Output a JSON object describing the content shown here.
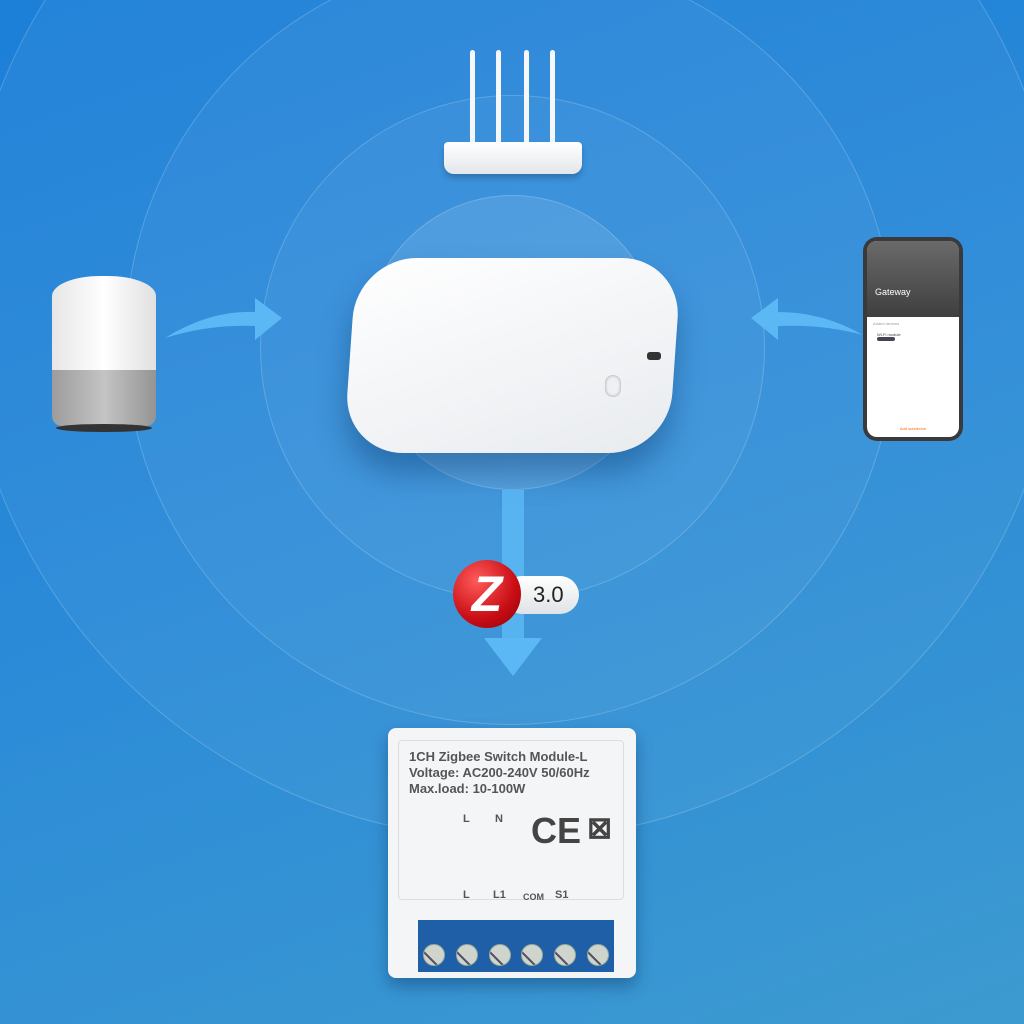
{
  "hub_app": {
    "title": "Gateway",
    "section": "Added devices",
    "device": "Wi-Fi module",
    "add_button": "Add subdevice"
  },
  "zigbee_badge": {
    "logo": "Z",
    "version": "3.0"
  },
  "module": {
    "title": "1CH Zigbee Switch Module-L",
    "voltage": "Voltage: AC200-240V 50/60Hz",
    "maxload": "Max.load: 10-100W",
    "pins_top": [
      "L",
      "N"
    ],
    "pins_bottom": [
      "L",
      "L1",
      "COM",
      "S1"
    ],
    "ce": "CE"
  },
  "colors": {
    "background": "#2a8ad8",
    "zigbee_red": "#c80d14",
    "terminal_blue": "#1f5fa8"
  }
}
